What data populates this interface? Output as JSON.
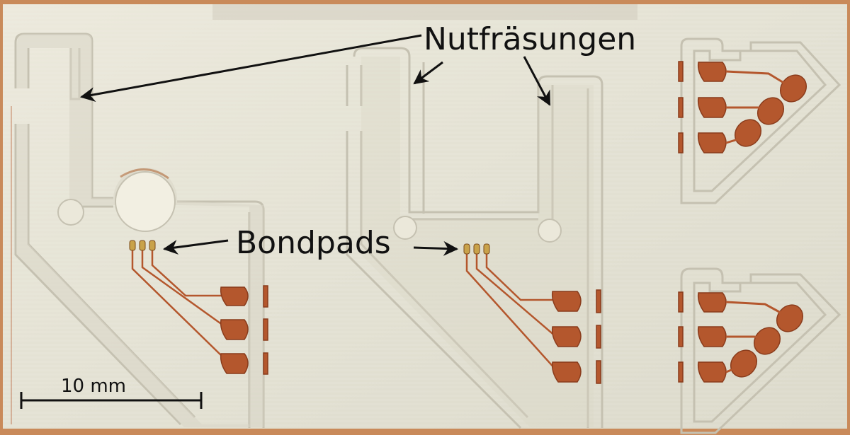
{
  "annotations": {
    "grooves_label": "Nutfräsungen",
    "bondpads_label": "Bondpads",
    "scale_label": "10 mm"
  },
  "colors": {
    "board": "#e4e2d4",
    "board_shadow": "#b9b6a8",
    "copper": "#b4572d",
    "copper_dark": "#8a3c1c",
    "groove": "#d6d3c4",
    "frame": "#c98a5a",
    "ink": "#111111"
  }
}
